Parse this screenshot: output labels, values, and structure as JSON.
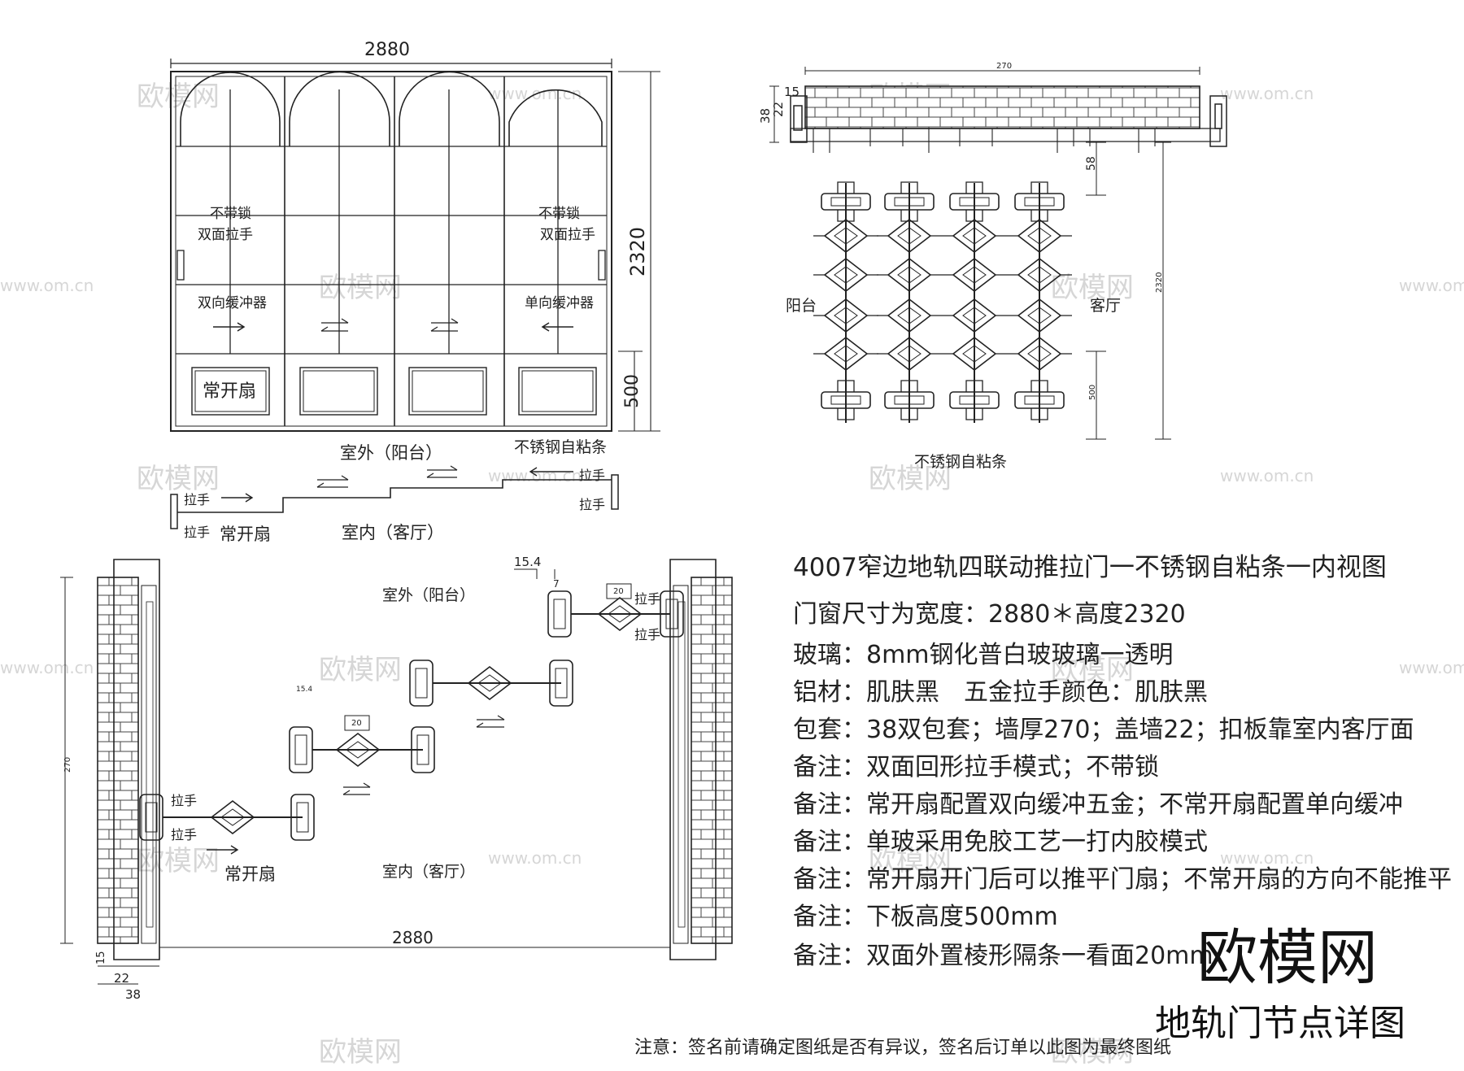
{
  "elevation": {
    "width_dim": "2880",
    "height_dim": "2320",
    "bottom_panel_dim": "500",
    "no_lock_left": "不带锁",
    "handle_left": "双面拉手",
    "no_lock_right": "不带锁",
    "handle_right": "双面拉手",
    "buffer_left": "双向缓冲器",
    "buffer_right": "单向缓冲器",
    "fixed_panel": "常开扇"
  },
  "plan_small": {
    "outside": "室外（阳台）",
    "inside": "室内（客厅）",
    "strip": "不锈钢自粘条",
    "handle_1": "拉手",
    "handle_2": "拉手",
    "handle_3": "拉手",
    "handle_4": "拉手",
    "fixed_panel": "常开扇"
  },
  "section": {
    "top_width": "270",
    "dim_15": "15",
    "dim_22": "22",
    "dim_38": "38",
    "dim_58": "58",
    "height_dim": "2320",
    "lower_dim": "500",
    "balcony": "阳台",
    "living_room": "客厅",
    "strip": "不锈钢自粘条"
  },
  "plan_large": {
    "outside": "室外（阳台）",
    "inside": "室内（客厅）",
    "handle_a": "拉手",
    "handle_b": "拉手",
    "handle_c": "拉手",
    "handle_d": "拉手",
    "fixed_panel": "常开扇",
    "width_dim": "2880",
    "wall_dim": "270",
    "dim_15_4": "15.4",
    "dim_15_4b": "15.4",
    "dim_20a": "20",
    "dim_20b": "20",
    "dim_7": "7",
    "dim_15": "15",
    "dim_22": "22",
    "dim_38": "38"
  },
  "specs": {
    "title": "4007窄边地轨四联动推拉门一不锈钢自粘条一内视图",
    "lines": [
      "门窗尺寸为宽度：2880＊高度2320",
      "玻璃：8mm钢化普白玻玻璃一透明",
      "铝材：肌肤黑　五金拉手颜色：肌肤黑",
      "包套：38双包套；墙厚270；盖墙22；扣板靠室内客厅面",
      "备注：双面回形拉手模式；不带锁",
      "备注：常开扇配置双向缓冲五金；不常开扇配置单向缓冲",
      "备注：单玻采用免胶工艺一打内胶模式",
      "备注：常开扇开门后可以推平门扇；不常开扇的方向不能推平",
      "备注：下板高度500mm",
      "备注：双面外置棱形隔条一看面20mm"
    ]
  },
  "brand": "欧模网",
  "caption": "地轨门节点详图",
  "footer_note": "注意：签名前请确定图纸是否有异议，签名后订单以此图为最终图纸",
  "watermarks": {
    "logo": "欧模网",
    "url": "www.om.cn"
  }
}
